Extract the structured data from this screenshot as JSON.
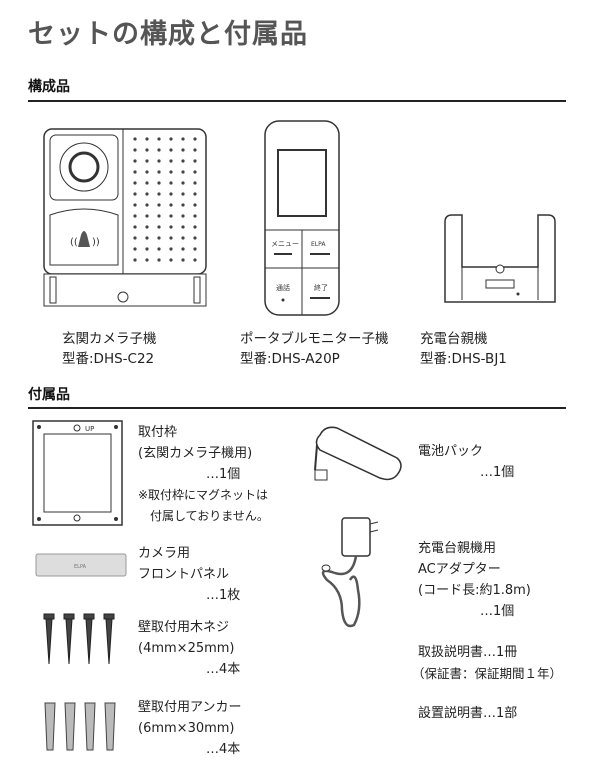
{
  "title": "セットの構成と付属品",
  "components": {
    "heading": "構成品",
    "items": [
      {
        "name": "玄関カメラ子機",
        "model": "型番:DHS-C22"
      },
      {
        "name": "ポータブルモニター子機",
        "model": "型番:DHS-A20P"
      },
      {
        "name": "充電台親機",
        "model": "型番:DHS-BJ1"
      }
    ],
    "monitor_buttons": [
      "メニュー",
      "ELPA",
      "通話",
      "終了"
    ]
  },
  "accessories": {
    "heading": "付属品",
    "frame": {
      "name": "取付枠",
      "sub": "(玄関カメラ子機用)",
      "qty": "…1個",
      "note1": "※取付枠にマグネットは",
      "note2": "付属しておりません。",
      "label": "UP"
    },
    "panel": {
      "name": "カメラ用",
      "sub": "フロントパネル",
      "qty": "…1枚"
    },
    "screws": {
      "name": "壁取付用木ネジ",
      "sub": "(4mm×25mm)",
      "qty": "…4本"
    },
    "anchors": {
      "name": "壁取付用アンカー",
      "sub": "(6mm×30mm)",
      "qty": "…4本"
    },
    "battery": {
      "name": "電池パック",
      "qty": "…1個"
    },
    "adapter": {
      "name": "充電台親機用",
      "sub": "ACアダプター",
      "cord": "(コード長:約1.8m)",
      "qty": "…1個"
    },
    "manual": {
      "name": "取扱説明書…1冊",
      "warranty": "（保証書：保証期間１年）"
    },
    "install": {
      "name": "設置説明書…1部"
    }
  }
}
